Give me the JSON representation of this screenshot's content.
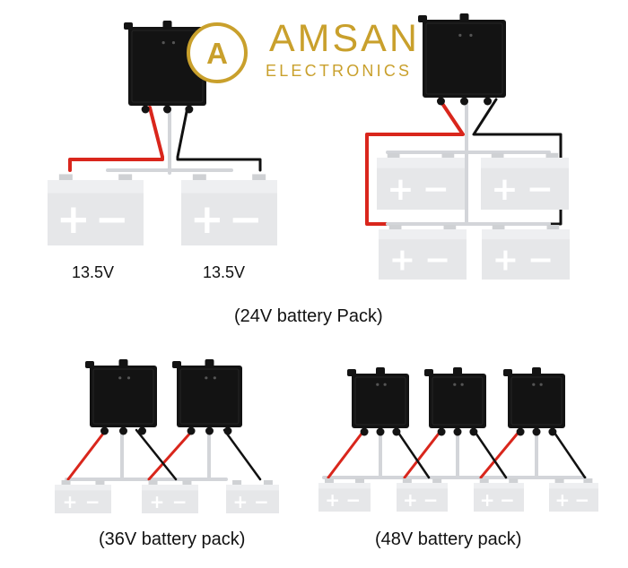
{
  "logo": {
    "mark_letter": "A",
    "name": "AMSAN",
    "subtitle": "ELECTRONICS",
    "color": "#c9a02c"
  },
  "labels": {
    "battery_a_voltage": "13.5V",
    "battery_b_voltage": "13.5V",
    "pack_24v_caption": "(24V battery Pack)",
    "pack_36v_caption": "(36V battery pack)",
    "pack_48v_caption": "(48V battery pack)"
  },
  "battery_terminals": {
    "positive": "+",
    "negative": "−"
  },
  "colors": {
    "balancer_body": "#131313",
    "battery_body": "#e6e7e9",
    "battery_terminal": "#cfd1d4",
    "positive_wire": "#d9261c",
    "negative_wire": "#111111",
    "bus_wire": "#d3d5d9"
  }
}
